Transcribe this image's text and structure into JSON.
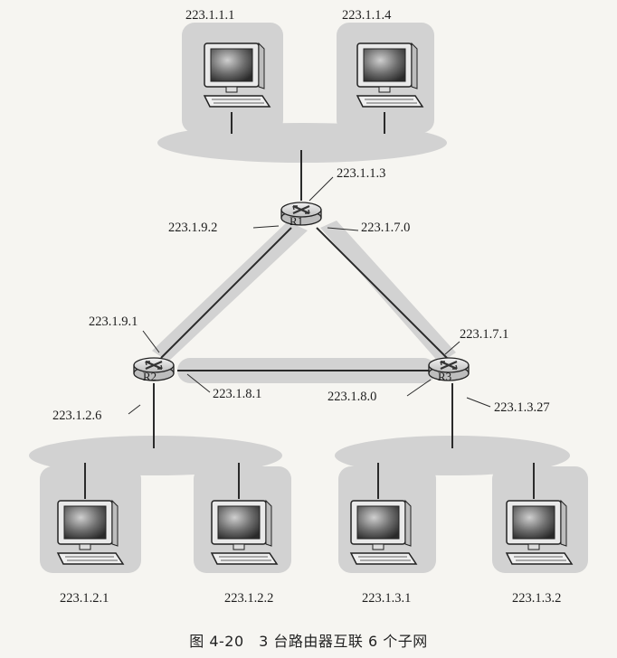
{
  "routers": {
    "r1": {
      "name": "R1"
    },
    "r2": {
      "name": "R2"
    },
    "r3": {
      "name": "R3"
    }
  },
  "interfaces": {
    "r1_top": "223.1.1.3",
    "r1_left": "223.1.9.2",
    "r1_right": "223.1.7.0",
    "r2_top": "223.1.9.1",
    "r2_right": "223.1.8.1",
    "r2_bottom": "223.1.2.6",
    "r3_top": "223.1.7.1",
    "r3_left": "223.1.8.0",
    "r3_bottom": "223.1.3.27"
  },
  "hosts": {
    "h1": "223.1.1.1",
    "h2": "223.1.1.4",
    "h3": "223.1.2.1",
    "h4": "223.1.2.2",
    "h5": "223.1.3.1",
    "h6": "223.1.3.2"
  },
  "caption": "图 4-20　3 台路由器互联 6 个子网",
  "colors": {
    "subnet_fill": "#d2d2d2",
    "router_body": "#c9c9c9",
    "screen": "#3a3a3a",
    "link": "#2a2a2a"
  }
}
